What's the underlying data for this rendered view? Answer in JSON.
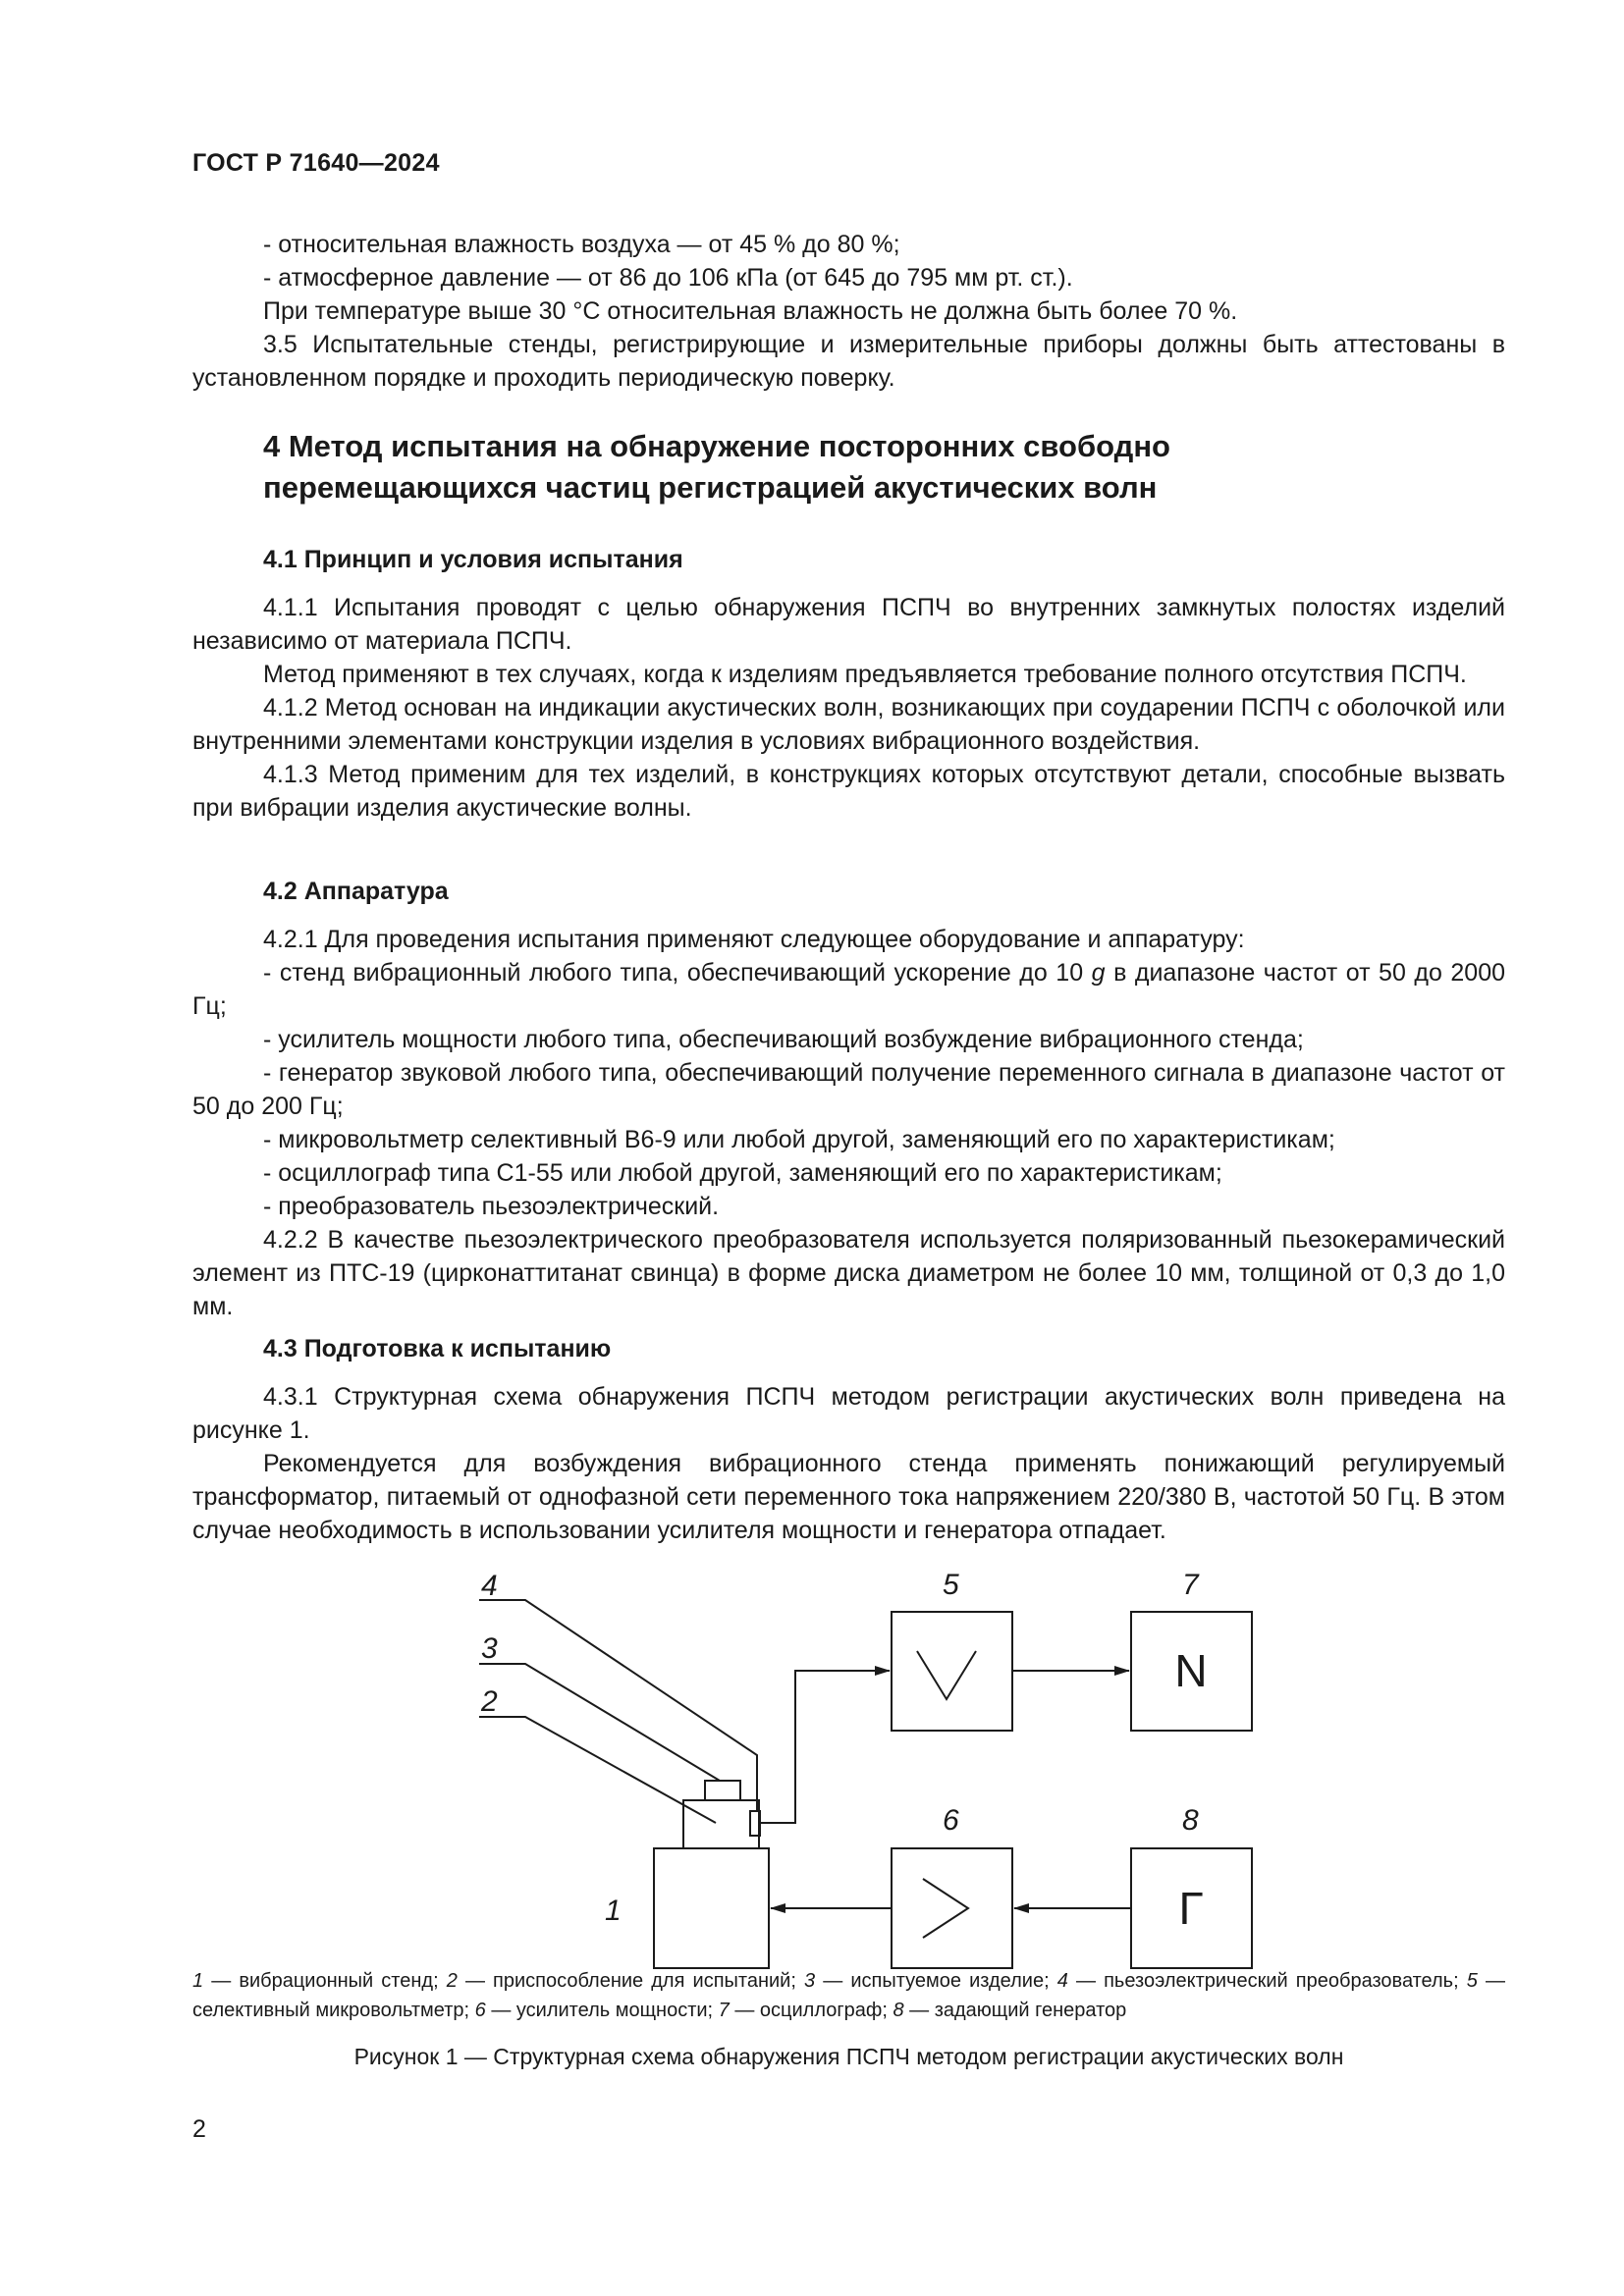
{
  "header": {
    "doc_id": "ГОСТ Р 71640—2024"
  },
  "intro": {
    "item1": "- относительная влажность воздуха — от 45 % до 80 %;",
    "item2": "- атмосферное давление — от 86 до 106 кПа (от 645 до 795 мм рт. ст.).",
    "p1": "При температуре выше 30 °С относительная влажность не должна быть более 70 %.",
    "p2": "3.5 Испытательные стенды, регистрирующие и измерительные приборы должны быть аттестованы в установленном порядке и проходить периодическую поверку."
  },
  "section4": {
    "title_line1": "4 Метод испытания на обнаружение посторонних свободно",
    "title_line2": "перемещающихся частиц регистрацией акустических волн"
  },
  "s41": {
    "title": "4.1 Принцип и условия испытания",
    "p1": "4.1.1 Испытания проводят с целью обнаружения ПСПЧ во внутренних замкнутых полостях изделий независимо от материала ПСПЧ.",
    "p2": "Метод применяют в тех случаях, когда к изделиям предъявляется требование полного отсутствия ПСПЧ.",
    "p3": "4.1.2 Метод основан на индикации акустических волн, возникающих при соударении ПСПЧ с оболочкой или внутренними элементами конструкции изделия в условиях вибрационного воздействия.",
    "p4": "4.1.3 Метод применим для тех изделий, в конструкциях которых отсутствуют детали, способные вызвать при вибрации изделия акустические волны."
  },
  "s42": {
    "title": "4.2 Аппаратура",
    "p1": "4.2.1 Для проведения испытания применяют следующее оборудование и аппаратуру:",
    "i1_a": "- стенд вибрационный любого типа, обеспечивающий ускорение до 10 ",
    "i1_g": "g",
    "i1_b": " в диапазоне частот от 50 до 2000 Гц;",
    "i2": "- усилитель мощности любого типа, обеспечивающий возбуждение вибрационного стенда;",
    "i3": "- генератор звуковой любого типа, обеспечивающий получение переменного сигнала в диапазоне частот от 50 до 200 Гц;",
    "i4": "- микровольтметр селективный В6-9 или любой другой, заменяющий его по характеристикам;",
    "i5": "- осциллограф типа С1-55 или любой другой, заменяющий его по характеристикам;",
    "i6": "- преобразователь пьезоэлектрический.",
    "p2": "4.2.2 В качестве пьезоэлектрического преобразователя используется поляризованный пьезокерамический элемент из ПТС-19 (цирконаттитанат свинца) в форме диска диаметром не более 10 мм, толщиной от 0,3 до 1,0 мм."
  },
  "s43": {
    "title": "4.3 Подготовка к испытанию",
    "p1": "4.3.1 Структурная схема обнаружения ПСПЧ методом регистрации акустических волн приведена на рисунке 1.",
    "p2": "Рекомендуется для возбуждения вибрационного стенда применять понижающий регулируемый трансформатор, питаемый от однофазной сети переменного тока напряжением 220/380 В, частотой 50 Гц. В этом случае необходимость в использовании усилителя мощности и генератора отпадает."
  },
  "figure": {
    "labels": {
      "n1": "1",
      "n2": "2",
      "n3": "3",
      "n4": "4",
      "n5": "5",
      "n6": "6",
      "n7": "7",
      "n8": "8"
    },
    "block7_symbol": "N",
    "block8_symbol": "Г",
    "legend": [
      {
        "num": "1",
        "text": " — вибрационный стенд; "
      },
      {
        "num": "2",
        "text": " — приспособление для испытаний; "
      },
      {
        "num": "3",
        "text": " — испытуемое изделие; "
      },
      {
        "num": "4",
        "text": " — пьезоэлектрический преобразователь; "
      },
      {
        "num": "5",
        "text": " — селективный микровольтметр; "
      },
      {
        "num": "6",
        "text": " — усилитель мощности; "
      },
      {
        "num": "7",
        "text": " — осциллограф; "
      },
      {
        "num": "8",
        "text": " — задающий генератор"
      }
    ],
    "caption": "Рисунок 1 — Структурная схема обнаружения ПСПЧ методом регистрации акустических волн"
  },
  "footer": {
    "page_number": "2"
  }
}
